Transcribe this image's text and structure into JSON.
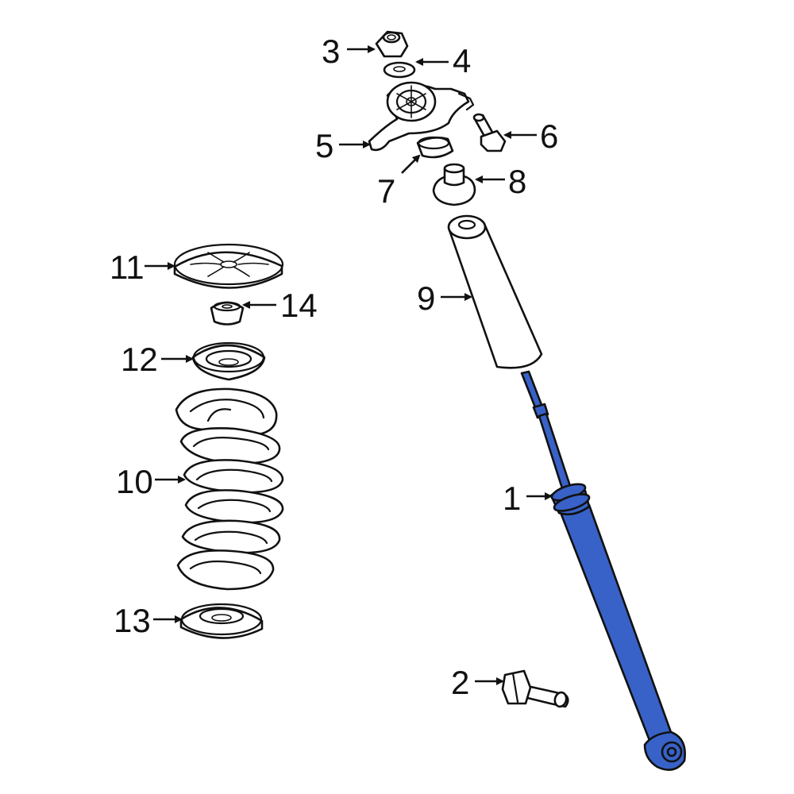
{
  "colors": {
    "highlight": "#3862C8",
    "outline": "#111111",
    "background": "#ffffff"
  },
  "callouts": [
    {
      "id": "1",
      "text": "1"
    },
    {
      "id": "2",
      "text": "2"
    },
    {
      "id": "3",
      "text": "3"
    },
    {
      "id": "4",
      "text": "4"
    },
    {
      "id": "5",
      "text": "5"
    },
    {
      "id": "6",
      "text": "6"
    },
    {
      "id": "7",
      "text": "7"
    },
    {
      "id": "8",
      "text": "8"
    },
    {
      "id": "9",
      "text": "9"
    },
    {
      "id": "10",
      "text": "10"
    },
    {
      "id": "11",
      "text": "11"
    },
    {
      "id": "12",
      "text": "12"
    },
    {
      "id": "13",
      "text": "13"
    },
    {
      "id": "14",
      "text": "14"
    }
  ]
}
